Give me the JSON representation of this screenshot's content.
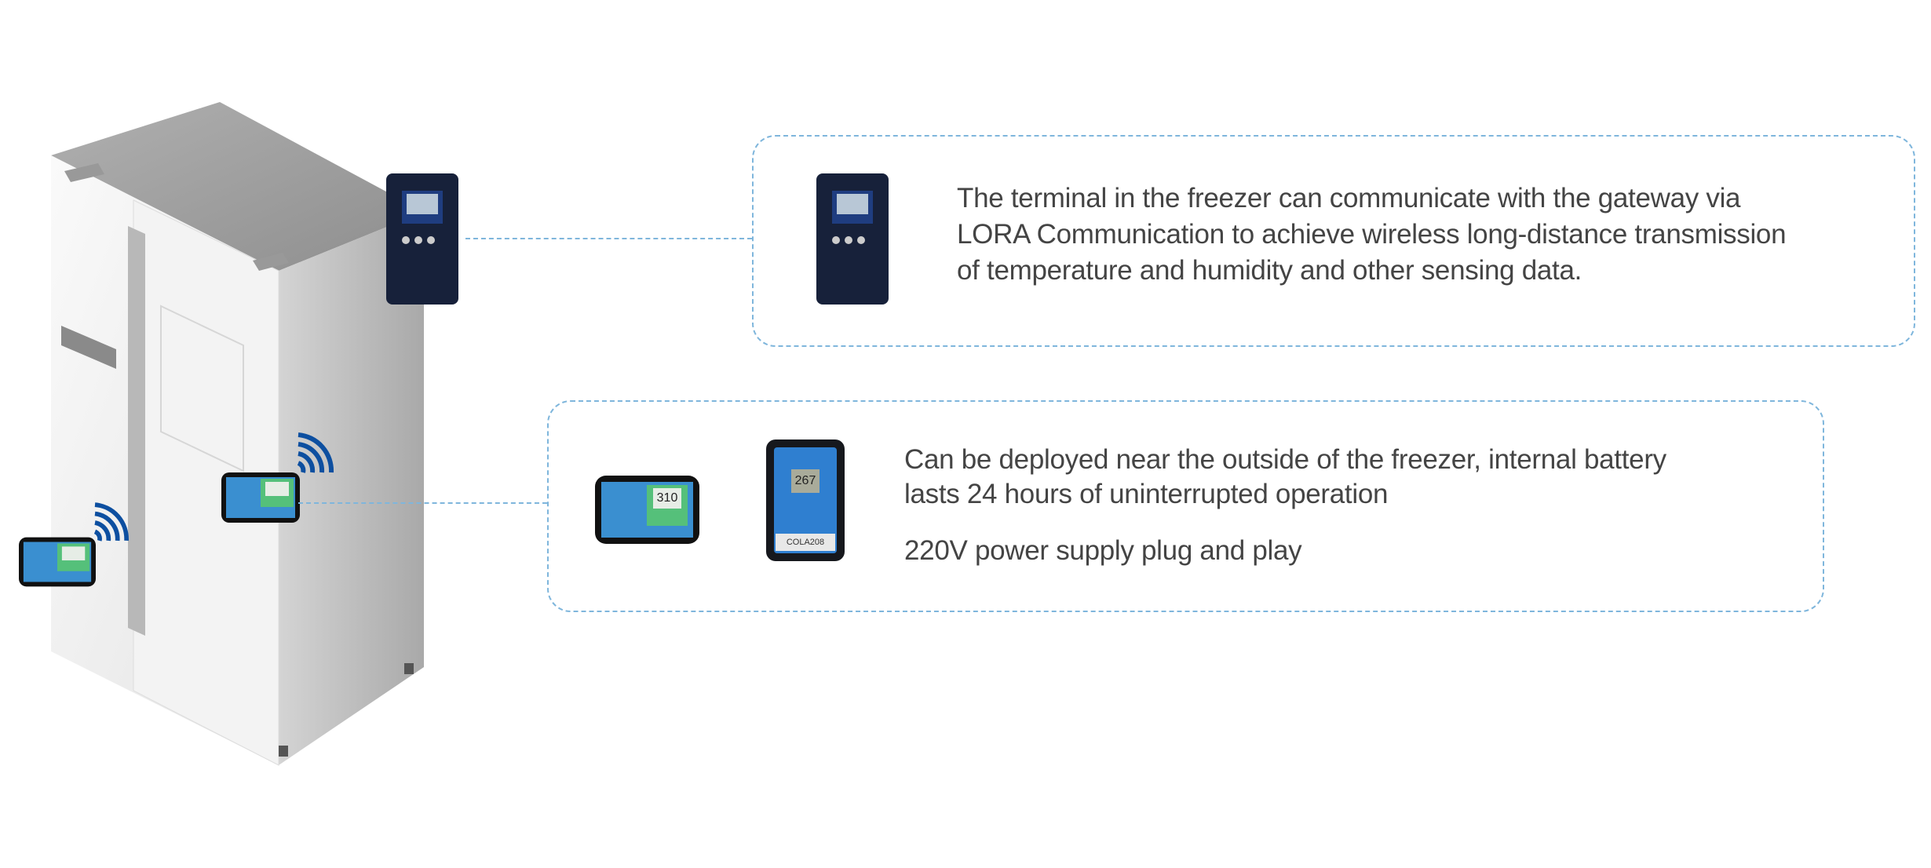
{
  "colors": {
    "accent_dashed_border": "#7fb6dc",
    "text": "#444444",
    "wifi_blue": "#0d4fa0"
  },
  "gateway_card": {
    "lines": [
      "The terminal in the freezer can communicate with the  gateway via",
      "LORA Communication to achieve wireless long-distance transmission",
      "of temperature and humidity and other sensing data."
    ]
  },
  "sensor_card": {
    "lines": [
      "Can be deployed near the outside of the freezer, internal battery",
      "lasts 24 hours of uninterrupted operation"
    ],
    "power_line": "220V power supply plug and play"
  },
  "devices": {
    "tablet_display": "310",
    "vertical_display": "267",
    "vertical_model_label": "COLA208"
  },
  "icons": [
    "freezer-illustration",
    "gateway-device",
    "tablet-sensor",
    "vertical-sensor",
    "wifi-signal-icon"
  ]
}
